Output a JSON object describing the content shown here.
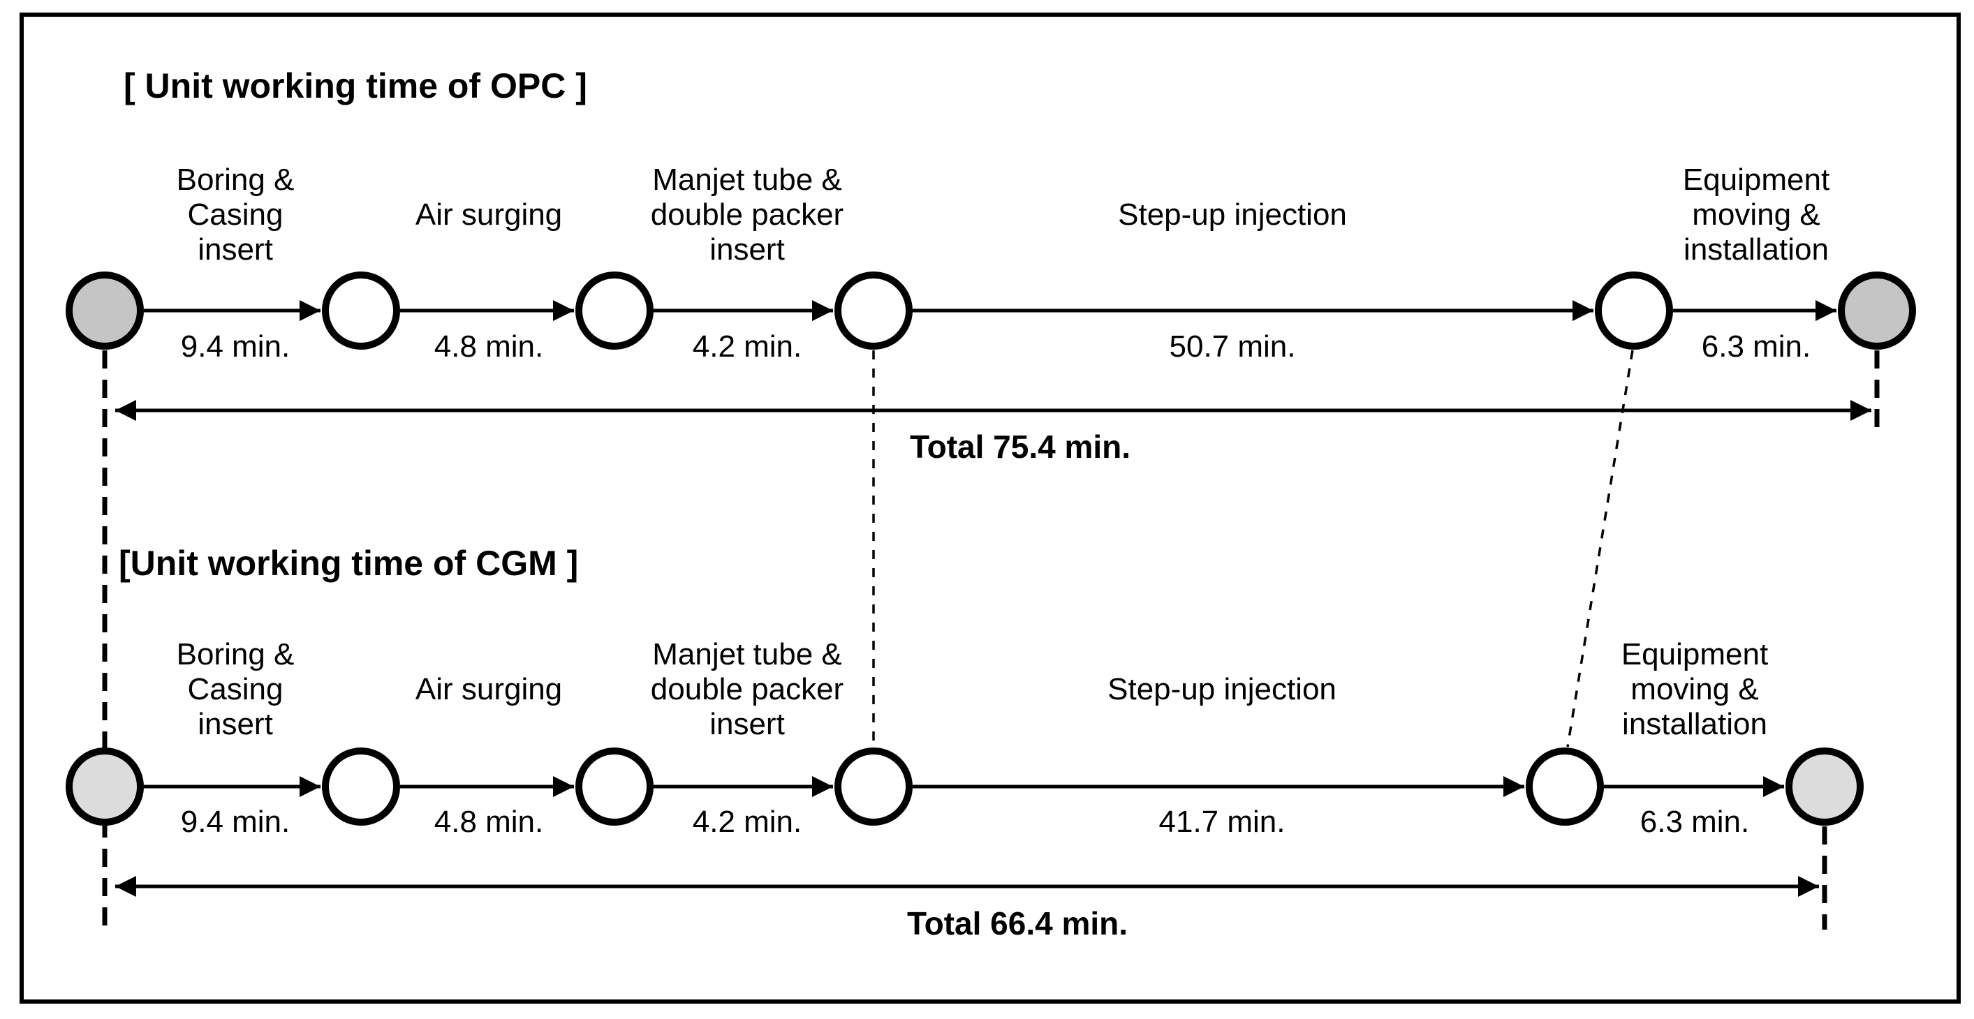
{
  "diagram": {
    "colors": {
      "ink": "#000000",
      "terminal_node_fill_opc": "#c5c5c5",
      "terminal_node_fill_cgm": "#dcdcdc",
      "milestone_node_fill": "#ffffff"
    },
    "timelines": [
      {
        "title": "[ Unit working time of OPC ]",
        "steps": [
          {
            "label": "Boring &\nCasing\ninsert",
            "duration": "9.4 min."
          },
          {
            "label": "Air surging",
            "duration": "4.8 min."
          },
          {
            "label": "Manjet tube &\ndouble packer\ninsert",
            "duration": "4.2 min."
          },
          {
            "label": "Step-up injection",
            "duration": "50.7 min."
          },
          {
            "label": "Equipment\nmoving &\ninstallation",
            "duration": "6.3 min."
          }
        ],
        "total": "Total 75.4 min."
      },
      {
        "title": "[Unit working time of CGM ]",
        "steps": [
          {
            "label": "Boring &\nCasing\ninsert",
            "duration": "9.4 min."
          },
          {
            "label": "Air surging",
            "duration": "4.8 min."
          },
          {
            "label": "Manjet tube &\ndouble packer\ninsert",
            "duration": "4.2 min."
          },
          {
            "label": "Step-up injection",
            "duration": "41.7 min."
          },
          {
            "label": "Equipment\nmoving &\ninstallation",
            "duration": "6.3 min."
          }
        ],
        "total": "Total 66.4 min."
      }
    ]
  }
}
